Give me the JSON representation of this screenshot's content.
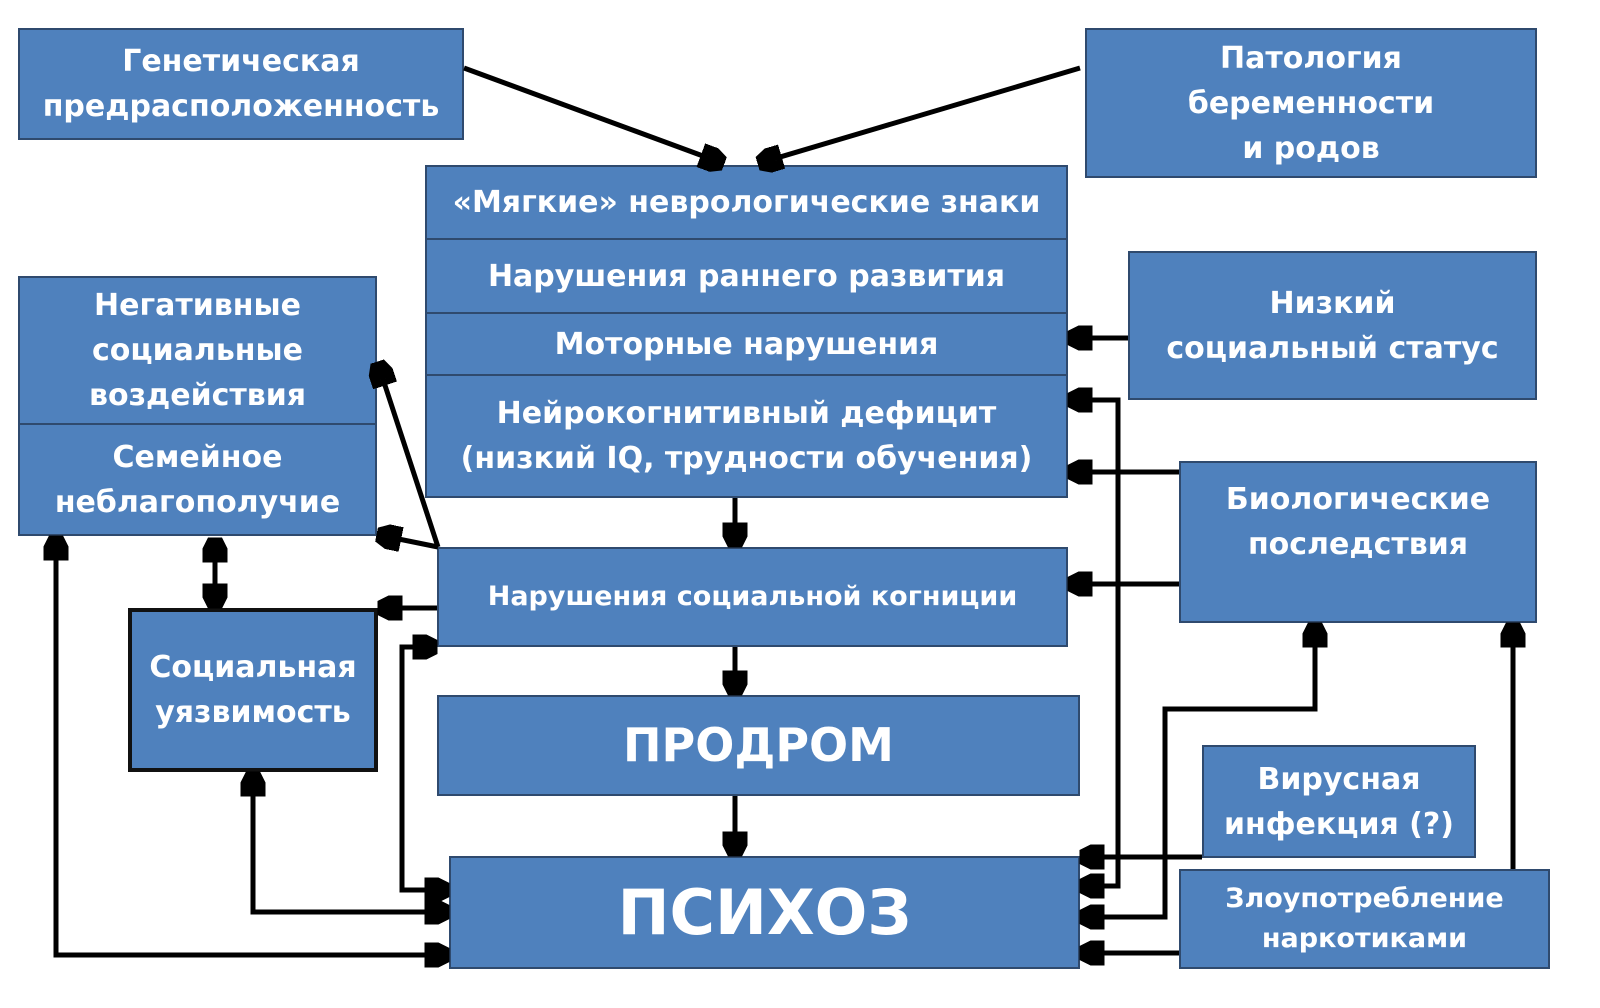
{
  "boxes": {
    "genetic": "Генетическая\nпредрасположенность",
    "pregnancy": "Патология\nбеременности\nи родов",
    "soft_signs": "«Мягкие» неврологические знаки",
    "early_dev": "Нарушения раннего развития",
    "motor": "Моторные нарушения",
    "neurocog": "Нейрокогнитивный дефицит\n(низкий IQ, трудности обучения)",
    "low_status": "Низкий\nсоциальный статус",
    "neg_social": "Негативные\nсоциальные\nвоздействия",
    "family": "Семейное\nнеблагополучие",
    "bio": "Биологические\nпоследствия",
    "social_cog": "Нарушения социальной когниции",
    "vulnerability": "Социальная\nуязвимость",
    "prodrome": "ПРОДРОМ",
    "viral": "Вирусная\nинфекция (?)",
    "psychosis": "ПСИХОЗ",
    "drugs": "Злоупотребление\nнаркотиками"
  }
}
